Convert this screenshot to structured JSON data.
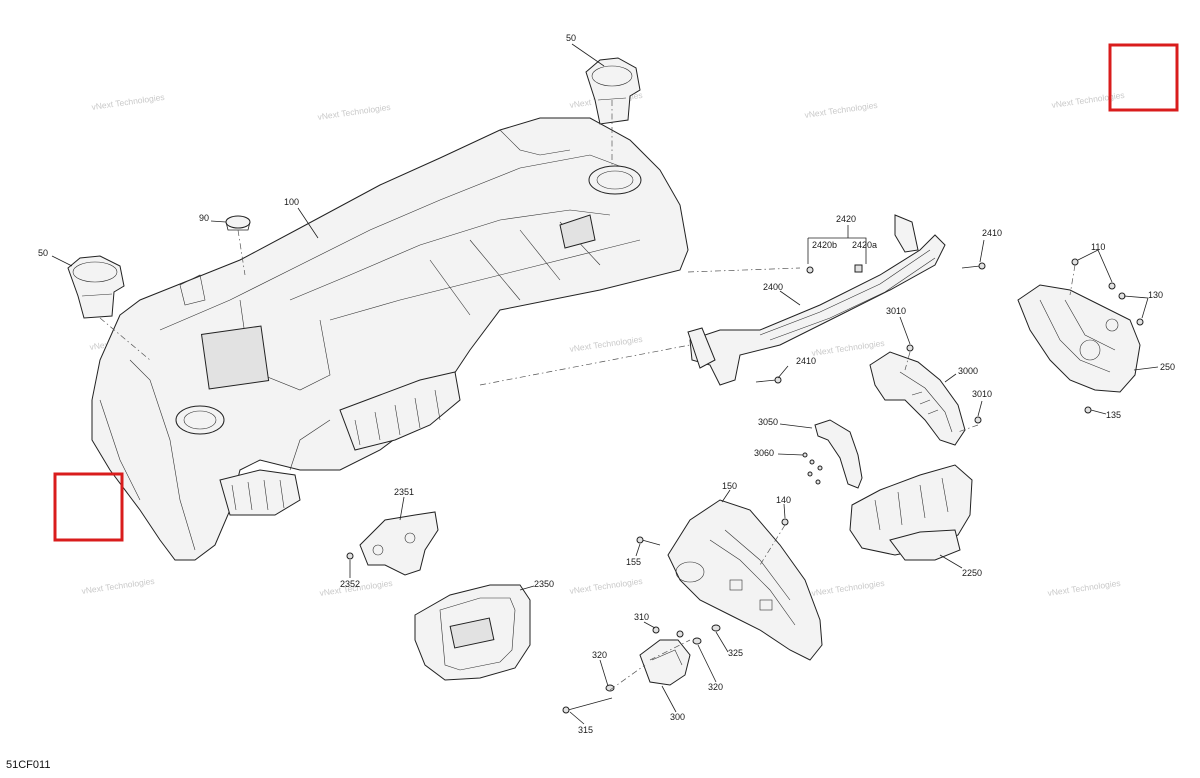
{
  "diagram_code": "51CF011",
  "watermark": {
    "line1": "vNext",
    "line2": "Technologies",
    "full": "vNext Technologies"
  },
  "callouts": {
    "c50a": "50",
    "c50b": "50",
    "c90": "90",
    "c100": "100",
    "c2420": "2420",
    "c2420b": "2420b",
    "c2420a": "2420a",
    "c2410a": "2410",
    "c2410b": "2410",
    "c2400": "2400",
    "c110": "110",
    "c130": "130",
    "c250": "250",
    "c135": "135",
    "c3010a": "3010",
    "c3010b": "3010",
    "c3000": "3000",
    "c3050": "3050",
    "c3060": "3060",
    "c150": "150",
    "c140": "140",
    "c155": "155",
    "c2250": "2250",
    "c2351": "2351",
    "c2352": "2352",
    "c2350": "2350",
    "c310": "310",
    "c320a": "320",
    "c320b": "320",
    "c325": "325",
    "c300": "300",
    "c315": "315"
  },
  "colors": {
    "highlight": "#d91c1c",
    "line": "#222222",
    "watermark": "#c9c9c9"
  }
}
